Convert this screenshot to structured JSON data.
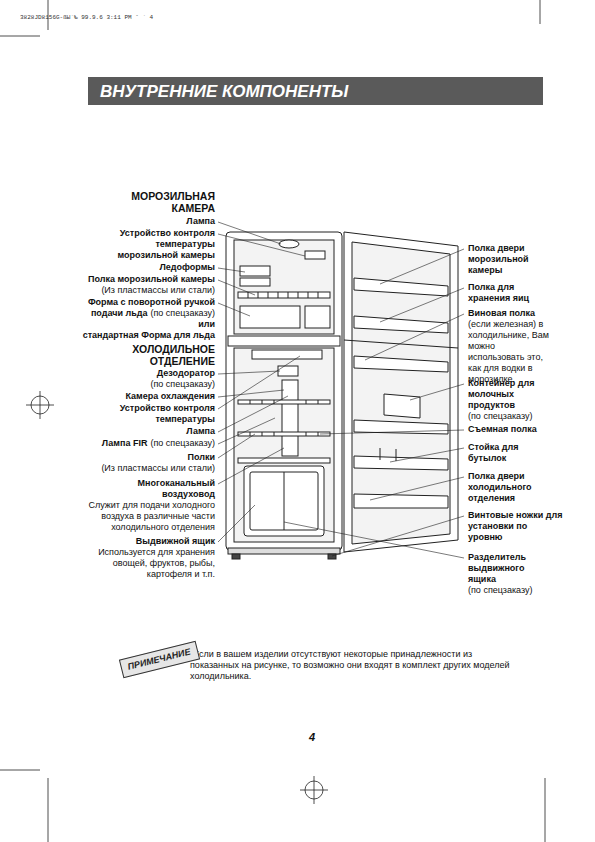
{
  "diagram": {
    "title": "ВНУТРЕННИЕ КОМПОНЕНТЫ",
    "nodes": [
      {
        "text": [
          "ПРИМЕЧАНИЕ"
        ]
      }
    ],
    "labels": [
      "3828JD8156G-ßЫ`‰ 99.9.6 3:11 PM ˘ ` 4",
      "МОРОЗИЛЬНАЯ КАМЕРА",
      "Лампа",
      "Устройство контроля температуры морозильной камеры",
      "Ледоформы",
      "Полка морозильной камеры",
      "(Из пластмассы или стали)",
      "Форма с поворотной ручкой подачи льда",
      "(по спецзаказу)",
      "или",
      "стандартная Форма для льда",
      "ХОЛОДИЛЬНОЕ ОТДЕЛЕНИЕ",
      "Дезодоратор",
      "(по спецзаказу)",
      "Камера охлаждения",
      "Устройство контроля температуры",
      "Лампа",
      "Лампа FIR",
      "(по спецзаказу)",
      "Полки",
      "(Из пластмассы или стали)",
      "Многоканальный воздуховод",
      "Служит для подачи холодного воздуха в различные части холодильного отделения",
      "Выдвижной ящик",
      "Используется для хранения овощей, фруктов, рыбы, картофеля и т.п.",
      "Полка двери морозильной камеры",
      "Полка для хранения яиц",
      "Виновая полка",
      "(если железная) в холодильнике, Вам можно использовать это, как для водки в морозилке.",
      "Контейнер для молочных продуктов",
      "(по спецзаказу)",
      "Съемная полка",
      "Стойка для бутылок",
      "Полка двери холодильного отделения",
      "Винтовые ножки для установки по уровню",
      "Разделитель выдвижного ящика",
      "(по спецзаказу)",
      "•Если в вашем изделии отсутствуют некоторые принадлежности из показанных на рисунке, то возможно они входят в комплект других моделей холодильника.",
      "4"
    ]
  }
}
